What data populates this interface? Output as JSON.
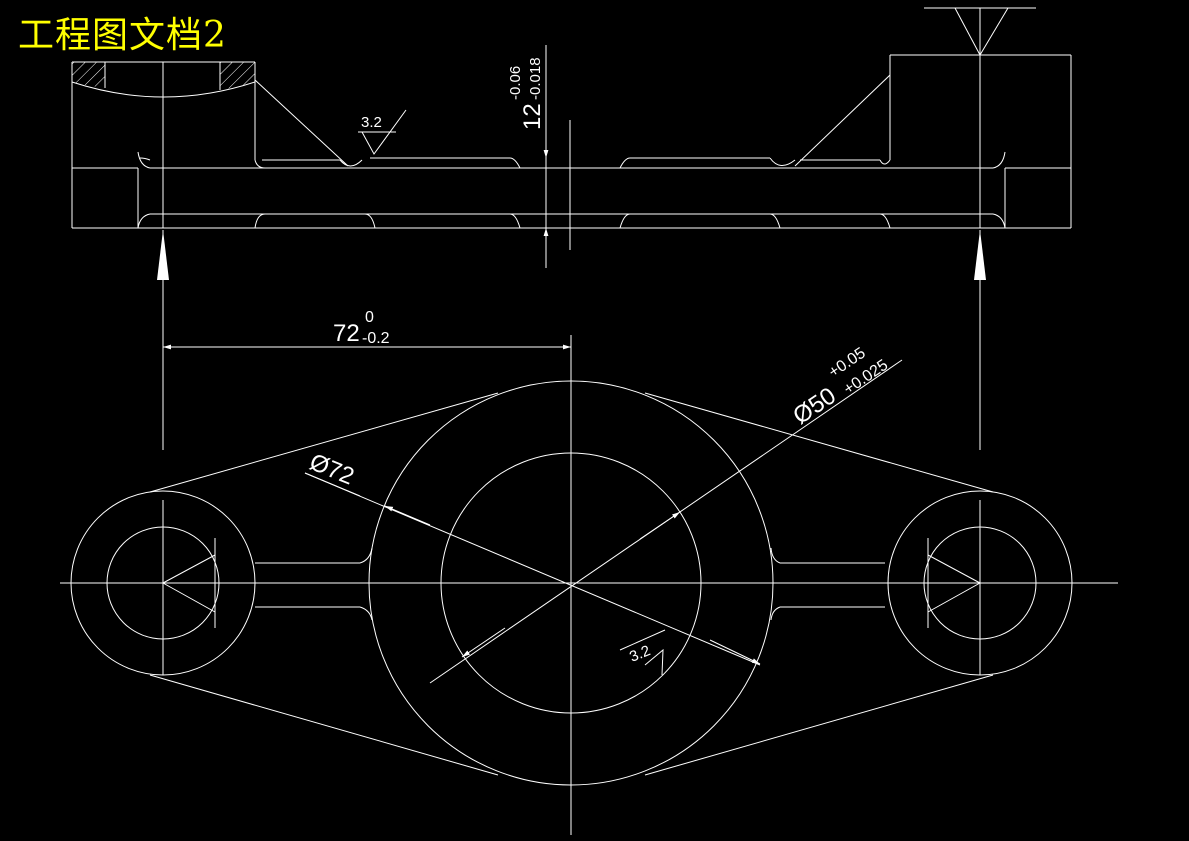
{
  "title": "工程图文档2",
  "colors": {
    "background": "#000000",
    "lines": "#ffffff",
    "title": "#ffff00"
  },
  "dimensions": {
    "thickness": {
      "nominal": "12",
      "upper": "-0.06",
      "lower": "-0.018"
    },
    "center_distance": {
      "nominal": "72",
      "upper": "0",
      "lower": "-0.2"
    },
    "outer_diameter": {
      "text": "Ø72"
    },
    "bore_diameter": {
      "nominal": "Ø50",
      "upper": "+0.05",
      "lower": "+0.025"
    }
  },
  "surface_finish": {
    "section_view": "3.2",
    "plan_view": "3.2"
  }
}
